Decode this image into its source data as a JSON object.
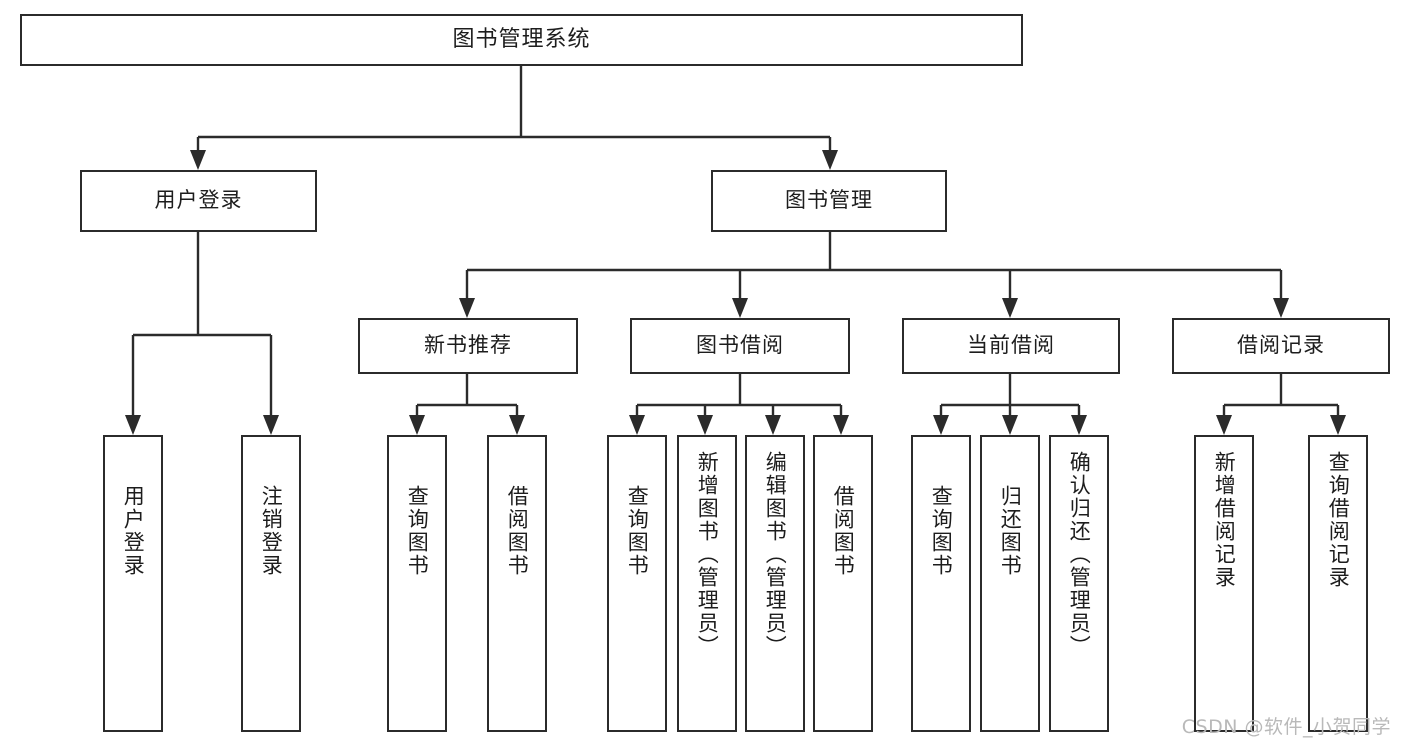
{
  "diagram": {
    "title": "图书管理系统",
    "type": "tree-hierarchy-chart",
    "colors": {
      "stroke": "#2b2b2b",
      "fill": "#ffffff",
      "text": "#1d1d1d",
      "watermark": "#b9b9b9"
    }
  },
  "root": {
    "label": "图书管理系统"
  },
  "level2": [
    {
      "label": "用户登录"
    },
    {
      "label": "图书管理"
    }
  ],
  "level3": [
    {
      "label": "新书推荐"
    },
    {
      "label": "图书借阅"
    },
    {
      "label": "当前借阅"
    },
    {
      "label": "借阅记录"
    }
  ],
  "leaves": {
    "user_login": [
      {
        "label": "用户登录"
      },
      {
        "label": "注销登录"
      }
    ],
    "new_book": [
      {
        "label": "查询图书"
      },
      {
        "label": "借阅图书"
      }
    ],
    "book_borrow": [
      {
        "label": "查询图书"
      },
      {
        "label": "新增图书（管理员）"
      },
      {
        "label": "编辑图书（管理员）"
      },
      {
        "label": "借阅图书"
      }
    ],
    "current_borrow": [
      {
        "label": "查询图书"
      },
      {
        "label": "归还图书"
      },
      {
        "label": "确认归还（管理员）"
      }
    ],
    "borrow_record": [
      {
        "label": "新增借阅记录"
      },
      {
        "label": "查询借阅记录"
      }
    ]
  },
  "watermark": {
    "text": "CSDN @软件_小贺同学"
  }
}
